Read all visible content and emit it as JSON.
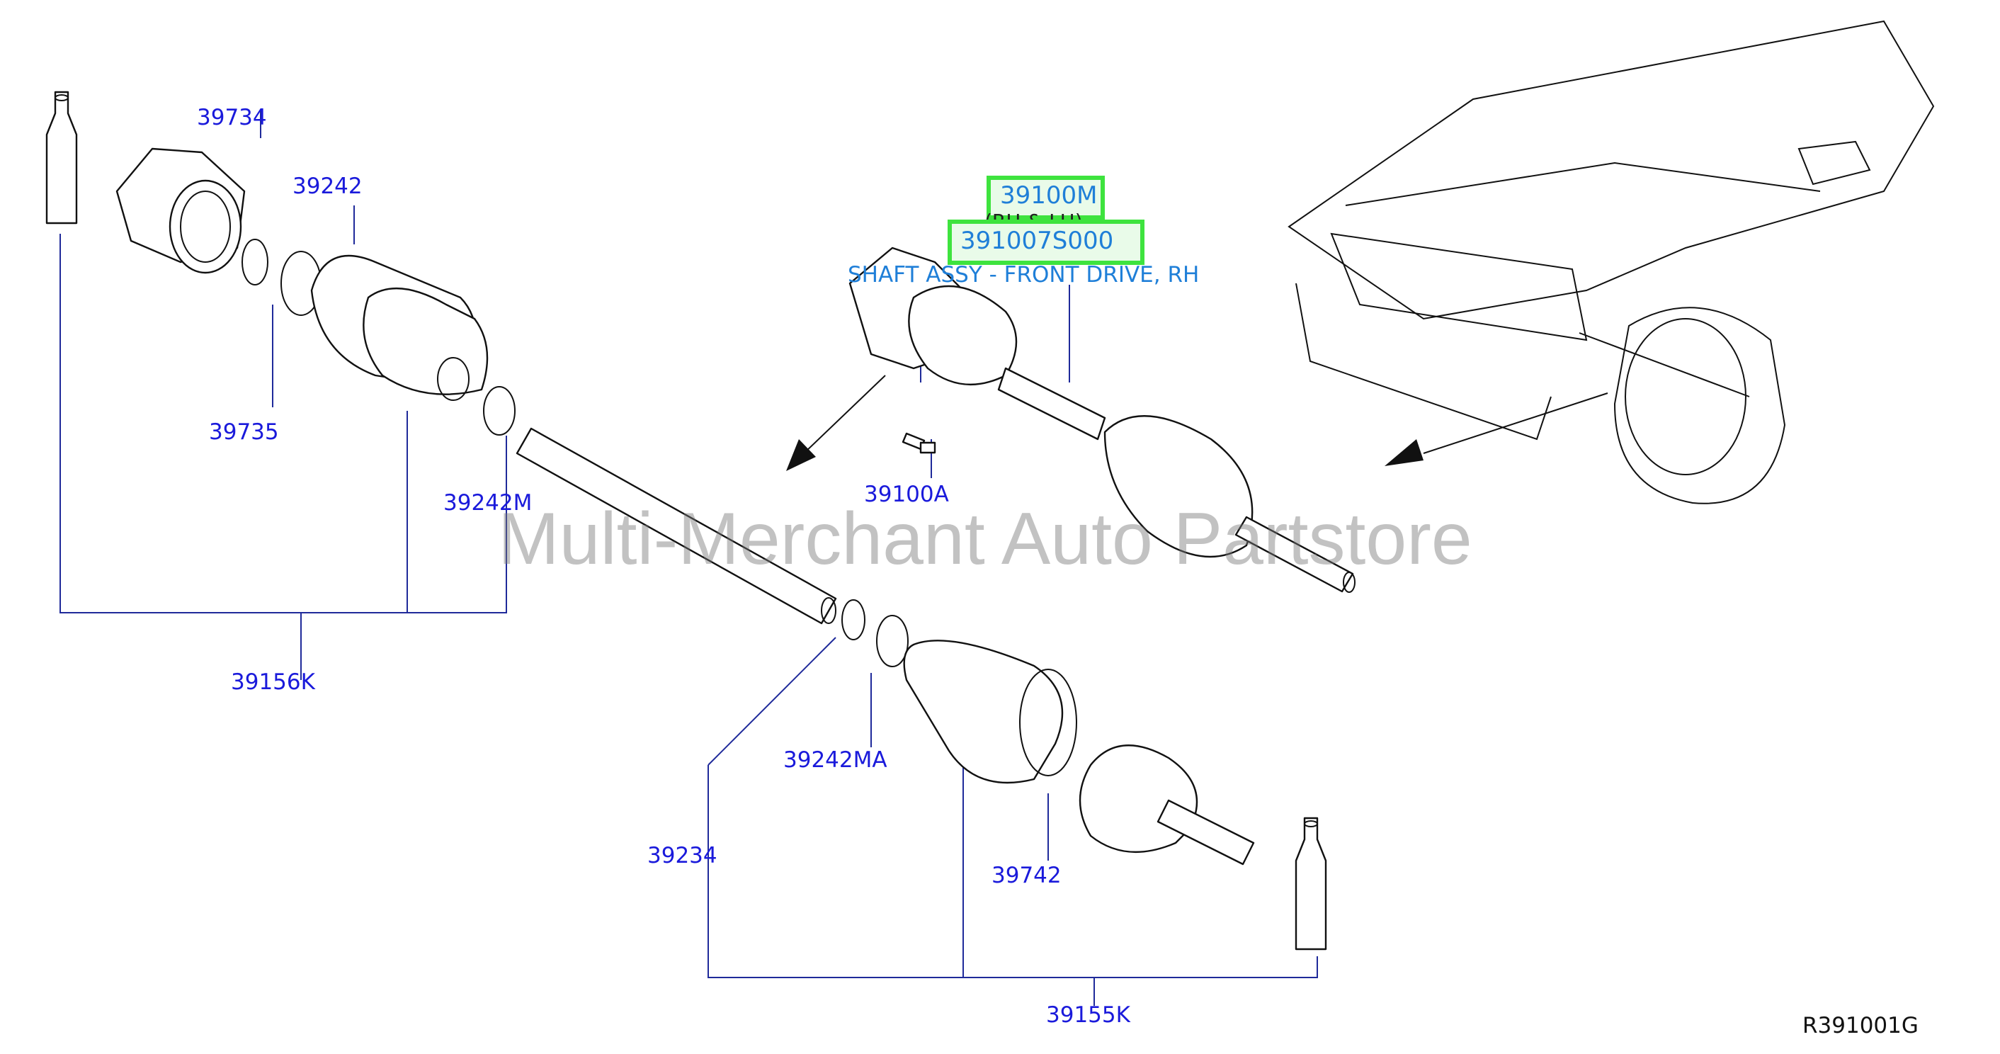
{
  "labels": {
    "p39734": "39734",
    "p39242": "39242",
    "p39735": "39735",
    "p39242m": "39242M",
    "p39156k": "39156K",
    "p39100a": "39100A",
    "p39242ma": "39242MA",
    "p39234": "39234",
    "p39742": "39742",
    "p39155k": "39155K"
  },
  "highlight": {
    "part1": "39100M",
    "part1_sub": "(RH  &  LH)",
    "part2": "391007S000",
    "description": "SHAFT ASSY - FRONT DRIVE, RH"
  },
  "watermark": "Multi-Merchant Auto Partstore",
  "diagram_code": "R391001G",
  "colors": {
    "label": "#1a1adb",
    "highlight_border": "#3ee33e",
    "highlight_text": "#1f7fd8"
  }
}
